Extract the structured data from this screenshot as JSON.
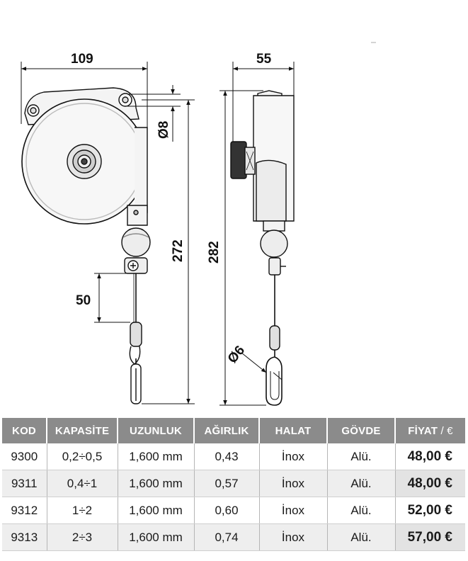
{
  "drawing": {
    "dims": {
      "width_front": "109",
      "width_side": "55",
      "hole_dia": "Ø8",
      "height_front": "272",
      "height_side": "282",
      "drop": "50",
      "hook_dia": "Ø6"
    }
  },
  "table": {
    "headers": {
      "kod": "KOD",
      "kapasite": "KAPASİTE",
      "uzunluk": "UZUNLUK",
      "agirlik": "AĞIRLIK",
      "halat": "HALAT",
      "govde": "GÖVDE",
      "fiyat": "FİYAT",
      "fiyat_unit": " / €"
    },
    "rows": [
      {
        "kod": "9300",
        "kapasite": "0,2÷0,5",
        "uzunluk": "1,600 mm",
        "agirlik": "0,43",
        "halat": "İnox",
        "govde": "Alü.",
        "fiyat": "48,00 €"
      },
      {
        "kod": "9311",
        "kapasite": "0,4÷1",
        "uzunluk": "1,600 mm",
        "agirlik": "0,57",
        "halat": "İnox",
        "govde": "Alü.",
        "fiyat": "48,00 €"
      },
      {
        "kod": "9312",
        "kapasite": "1÷2",
        "uzunluk": "1,600 mm",
        "agirlik": "0,60",
        "halat": "İnox",
        "govde": "Alü.",
        "fiyat": "52,00 €"
      },
      {
        "kod": "9313",
        "kapasite": "2÷3",
        "uzunluk": "1,600 mm",
        "agirlik": "0,74",
        "halat": "İnox",
        "govde": "Alü.",
        "fiyat": "57,00 €"
      }
    ]
  }
}
